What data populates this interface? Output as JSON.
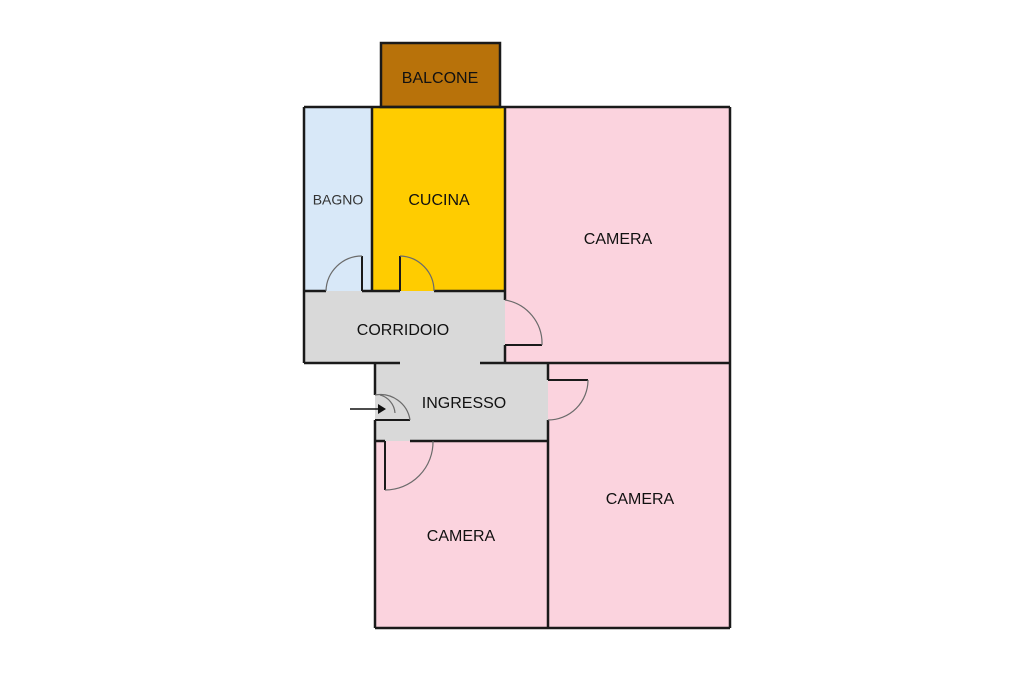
{
  "plan": {
    "rooms": {
      "balcone": {
        "label": "BALCONE",
        "color": "#b8720a"
      },
      "bagno": {
        "label": "BAGNO",
        "color": "#d8e8f8"
      },
      "cucina": {
        "label": "CUCINA",
        "color": "#ffcc00"
      },
      "camera_top": {
        "label": "CAMERA",
        "color": "#fbd3de"
      },
      "corridoio": {
        "label": "CORRIDOIO",
        "color": "#d9d9d9"
      },
      "ingresso": {
        "label": "INGRESSO",
        "color": "#d9d9d9"
      },
      "camera_right": {
        "label": "CAMERA",
        "color": "#fbd3de"
      },
      "camera_bottom": {
        "label": "CAMERA",
        "color": "#fbd3de"
      }
    },
    "entrance_arrow": "right-arrow-icon"
  }
}
